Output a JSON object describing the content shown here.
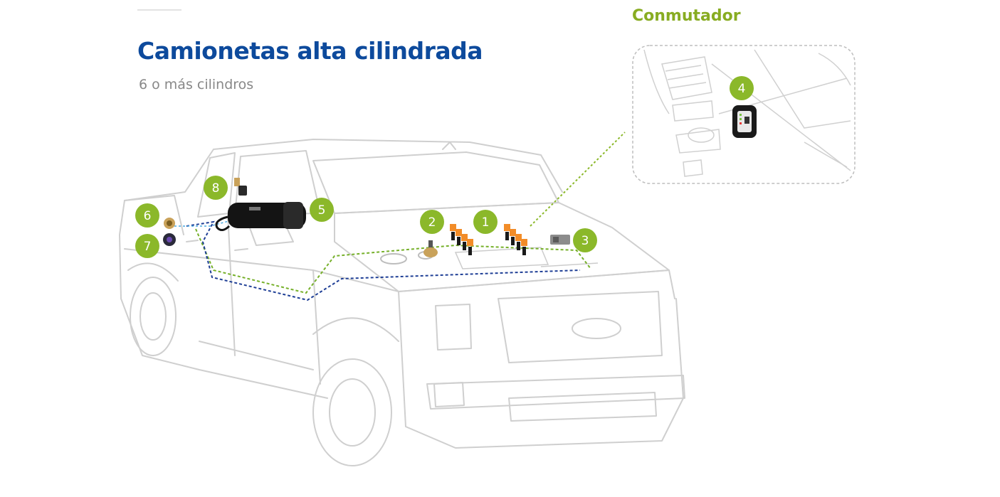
{
  "header": {
    "title": "Camionetas alta cilindrada",
    "subtitle": "6 o más cilindros"
  },
  "inset": {
    "title": "Conmutador"
  },
  "callouts": [
    {
      "number": "1",
      "component": "injectors"
    },
    {
      "number": "2",
      "component": "reducer"
    },
    {
      "number": "3",
      "component": "ecu"
    },
    {
      "number": "4",
      "component": "switch"
    },
    {
      "number": "5",
      "component": "lpg-tank"
    },
    {
      "number": "6",
      "component": "filling-valve"
    },
    {
      "number": "7",
      "component": "filling-cap"
    },
    {
      "number": "8",
      "component": "tank-valve"
    }
  ],
  "colors": {
    "title": "#0d4a9c",
    "accent": "#88ac22",
    "badge": "#8bb82a",
    "line_blue": "#1f3f96",
    "line_green": "#76b02a",
    "outline": "#cfcfcf"
  }
}
